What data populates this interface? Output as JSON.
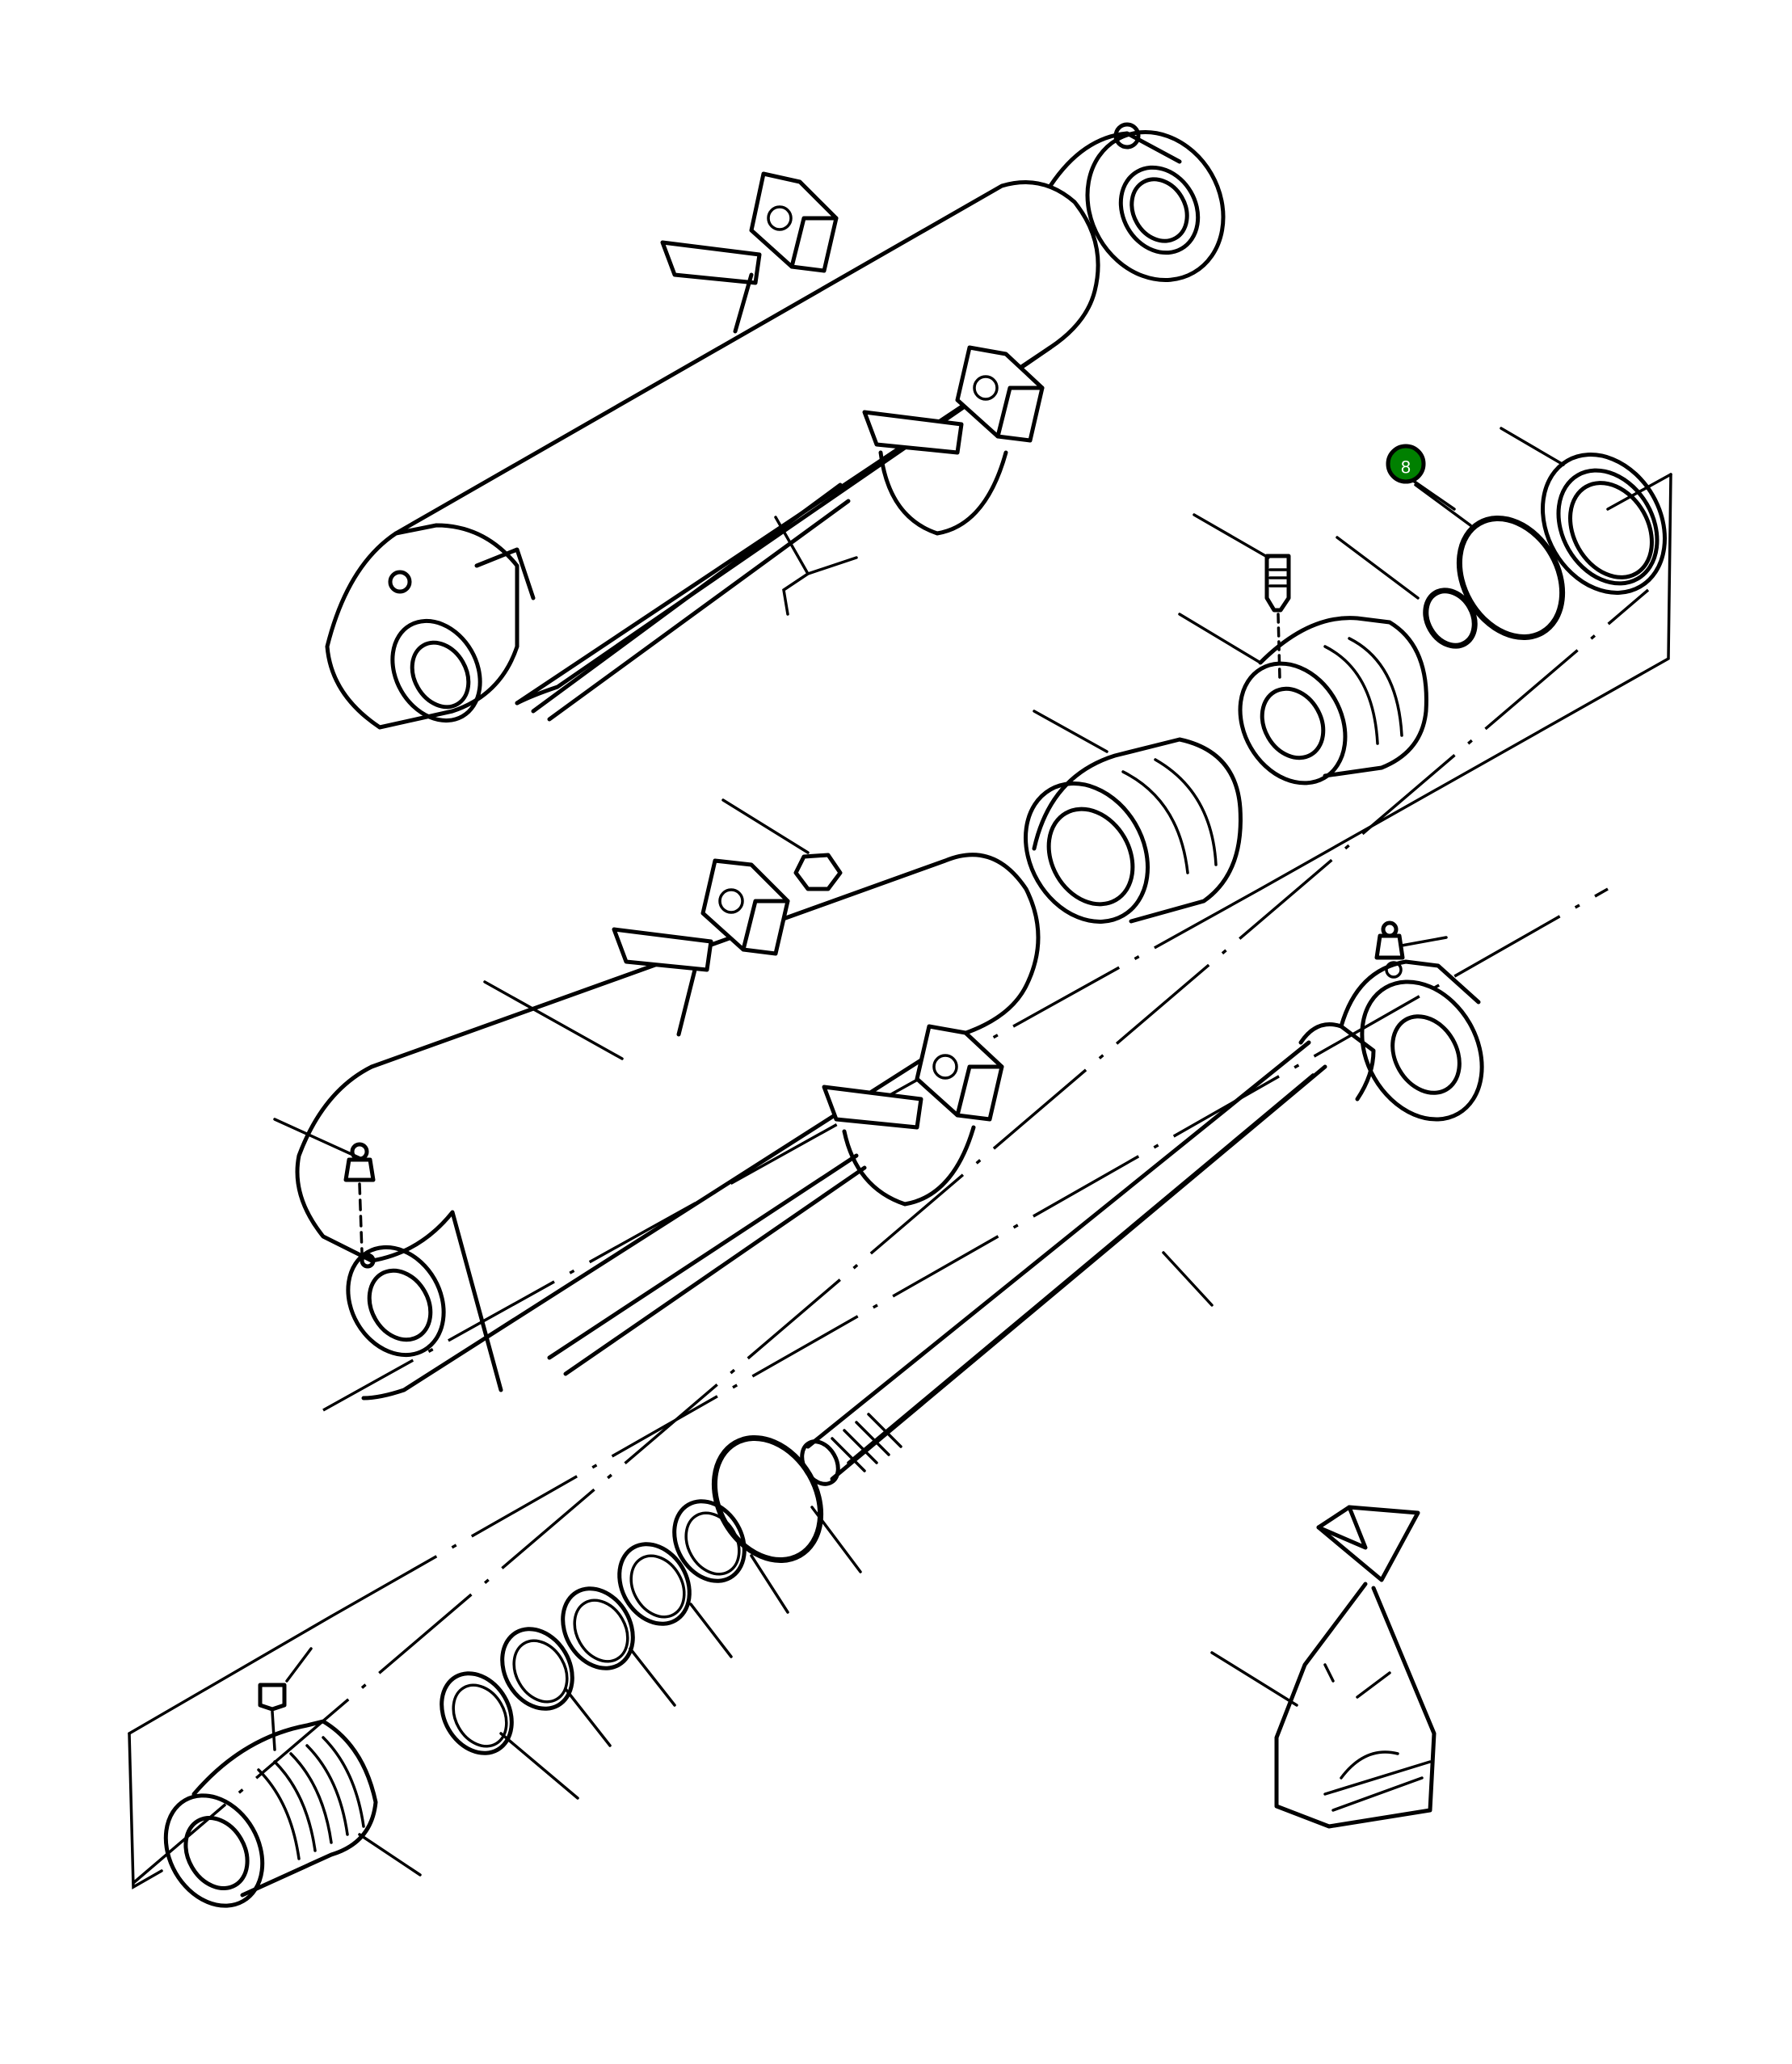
{
  "diagram": {
    "type": "exploded-parts-view",
    "subject": "hydraulic cylinder",
    "background": "#ffffff",
    "line_color": "#000000"
  },
  "callouts": [
    {
      "label": "8",
      "color": "#008000",
      "border": "#000000",
      "target": "o-ring"
    }
  ],
  "parts": [
    {
      "name": "assembled-cylinder"
    },
    {
      "name": "cylinder-barrel"
    },
    {
      "name": "grease-fitting-barrel"
    },
    {
      "name": "breather-fitting"
    },
    {
      "name": "piston"
    },
    {
      "name": "piston-nut"
    },
    {
      "name": "set-screw-piston"
    },
    {
      "name": "backup-ring"
    },
    {
      "name": "o-ring"
    },
    {
      "name": "wear-ring"
    },
    {
      "name": "piston-rod"
    },
    {
      "name": "grease-fitting-rod"
    },
    {
      "name": "rod-o-ring"
    },
    {
      "name": "rod-seals"
    },
    {
      "name": "gland"
    },
    {
      "name": "set-screw-gland"
    },
    {
      "name": "seal-kit-bag"
    }
  ]
}
